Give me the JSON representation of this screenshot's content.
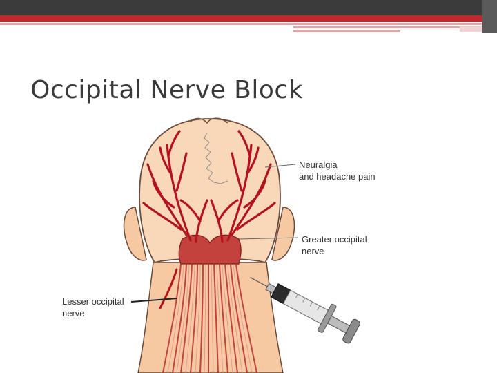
{
  "slide": {
    "title": "Occipital Nerve Block"
  },
  "figure": {
    "labels": {
      "neuralgia_line1": "Neuralgia",
      "neuralgia_line2": "and headache pain",
      "greater_line1": "Greater occipital",
      "greater_line2": "nerve",
      "lesser_line1": "Lesser occipital",
      "lesser_line2": "nerve"
    }
  },
  "theme": {
    "top_bar": "#3b3b3b",
    "accent_red": "#c0282e",
    "accent_pink": "#e8a1a5",
    "skin": "#f6c9a2",
    "hair": "#f8d8b8",
    "nerve_red": "#b5121b",
    "muscle_red": "#c4423e"
  }
}
